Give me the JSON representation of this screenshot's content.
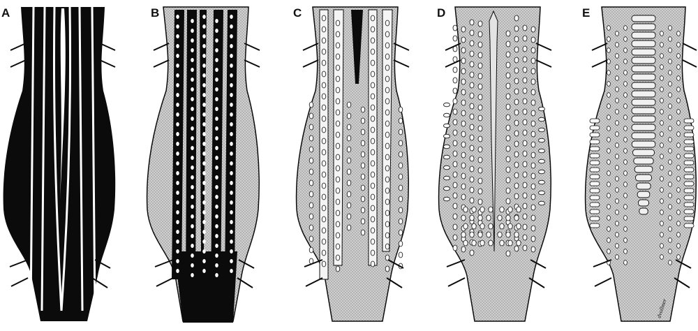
{
  "figure": {
    "panels": [
      {
        "id": "A",
        "label": "A"
      },
      {
        "id": "B",
        "label": "B"
      },
      {
        "id": "C",
        "label": "C"
      },
      {
        "id": "D",
        "label": "D"
      },
      {
        "id": "E",
        "label": "E"
      }
    ],
    "signature": "dvollmer",
    "colors": {
      "ink": "#0b0b0b",
      "paper": "#ffffff",
      "stipple": "#c9c9c9"
    }
  }
}
